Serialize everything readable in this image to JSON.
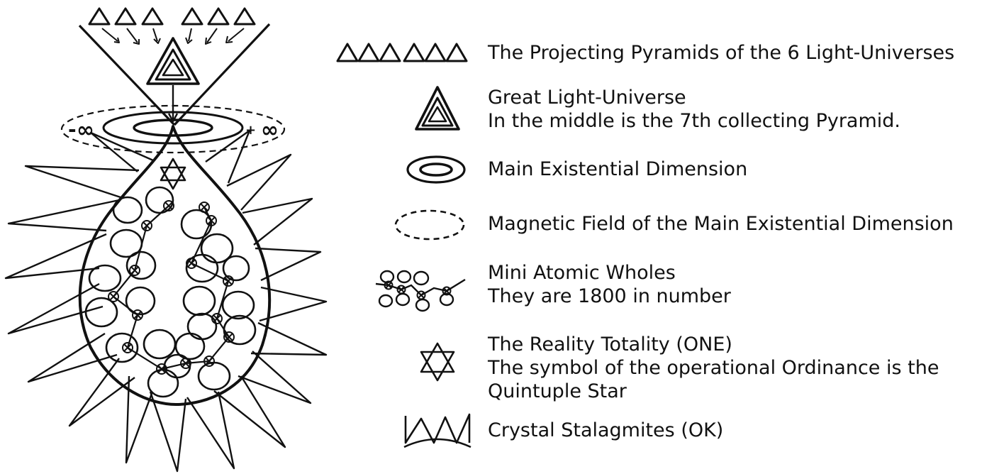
{
  "legend": [
    {
      "icon": "six-pyramids-icon",
      "lines": [
        "The Projecting Pyramids of the 6 Light-Universes"
      ]
    },
    {
      "icon": "great-pyramid-icon",
      "lines": [
        "Great Light-Universe",
        "In the middle is the 7th collecting Pyramid."
      ]
    },
    {
      "icon": "double-ellipse-icon",
      "lines": [
        "Main Existential Dimension"
      ]
    },
    {
      "icon": "dashed-ellipse-icon",
      "lines": [
        "Magnetic Field of the Main Existential Dimension"
      ]
    },
    {
      "icon": "atom-chain-icon",
      "lines": [
        "Mini Atomic Wholes",
        "They are 1800 in number"
      ]
    },
    {
      "icon": "star-of-david-icon",
      "lines": [
        "The Reality Totality (ONE)",
        "The symbol of the operational Ordinance is the",
        "Quintuple Star"
      ]
    },
    {
      "icon": "crystal-stalagmites-icon",
      "lines": [
        "Crystal Stalagmites (OK)"
      ]
    }
  ],
  "figure": {
    "left_infinity": "∞",
    "right_infinity": "∞",
    "plus_sign": "+"
  },
  "colors": {
    "ink": "#111111",
    "background": "#ffffff"
  }
}
